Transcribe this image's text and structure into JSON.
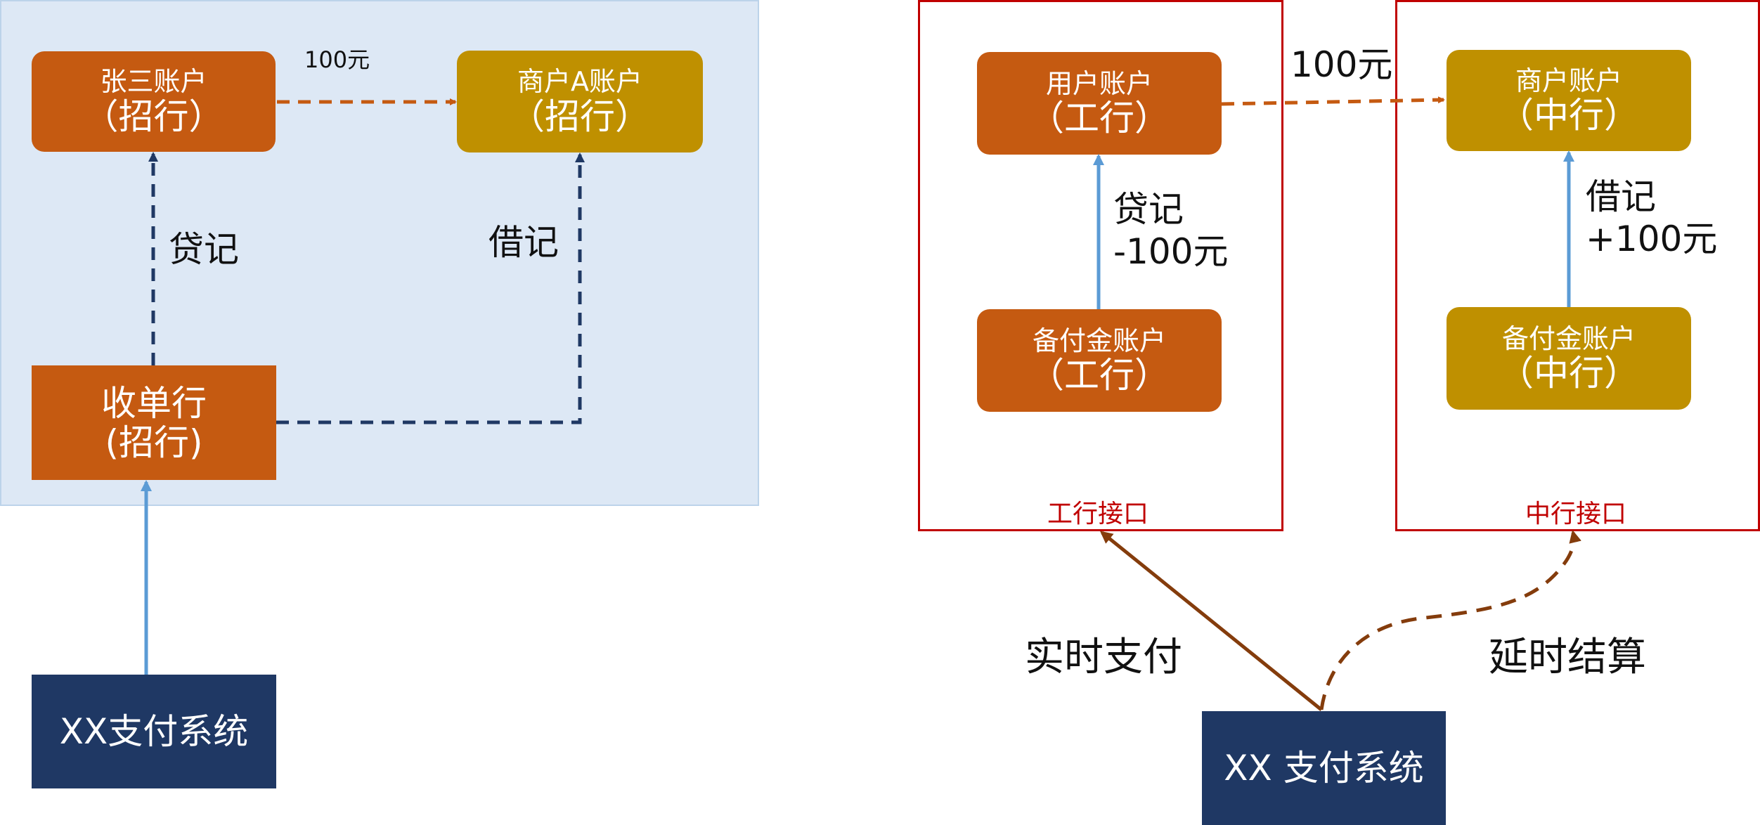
{
  "left": {
    "zhangsan": {
      "line1": "张三账户",
      "line2": "（招行）"
    },
    "merchant_a": {
      "line1": "商户A账户",
      "line2": "（招行）"
    },
    "acquirer": {
      "line1": "收单行",
      "line2": "(招行)"
    },
    "system": {
      "label": "XX支付系统"
    },
    "amount": "100元",
    "credit": "贷记",
    "debit": "借记"
  },
  "right": {
    "user_account": {
      "line1": "用户账户",
      "line2": "（工行）"
    },
    "merchant_account": {
      "line1": "商户账户",
      "line2": "（中行）"
    },
    "reserve_icbc": {
      "line1": "备付金账户",
      "line2": "（工行）"
    },
    "reserve_boc": {
      "line1": "备付金账户",
      "line2": "（中行）"
    },
    "icbc_interface": "工行接口",
    "boc_interface": "中行接口",
    "amount": "100元",
    "credit": {
      "line1": "贷记",
      "line2": "-100元"
    },
    "debit": {
      "line1": "借记",
      "line2": "+100元"
    },
    "realtime": "实时支付",
    "delayed": "延时结算",
    "system": {
      "label": "XX 支付系统"
    }
  },
  "colors": {
    "orange": "#c55a11",
    "gold": "#bf9000",
    "navy": "#1f3864",
    "blue_arrow": "#5b9bd5",
    "red_border": "#c00000",
    "brown_arrow": "#843c0c",
    "panel_bg": "#dde8f5"
  }
}
